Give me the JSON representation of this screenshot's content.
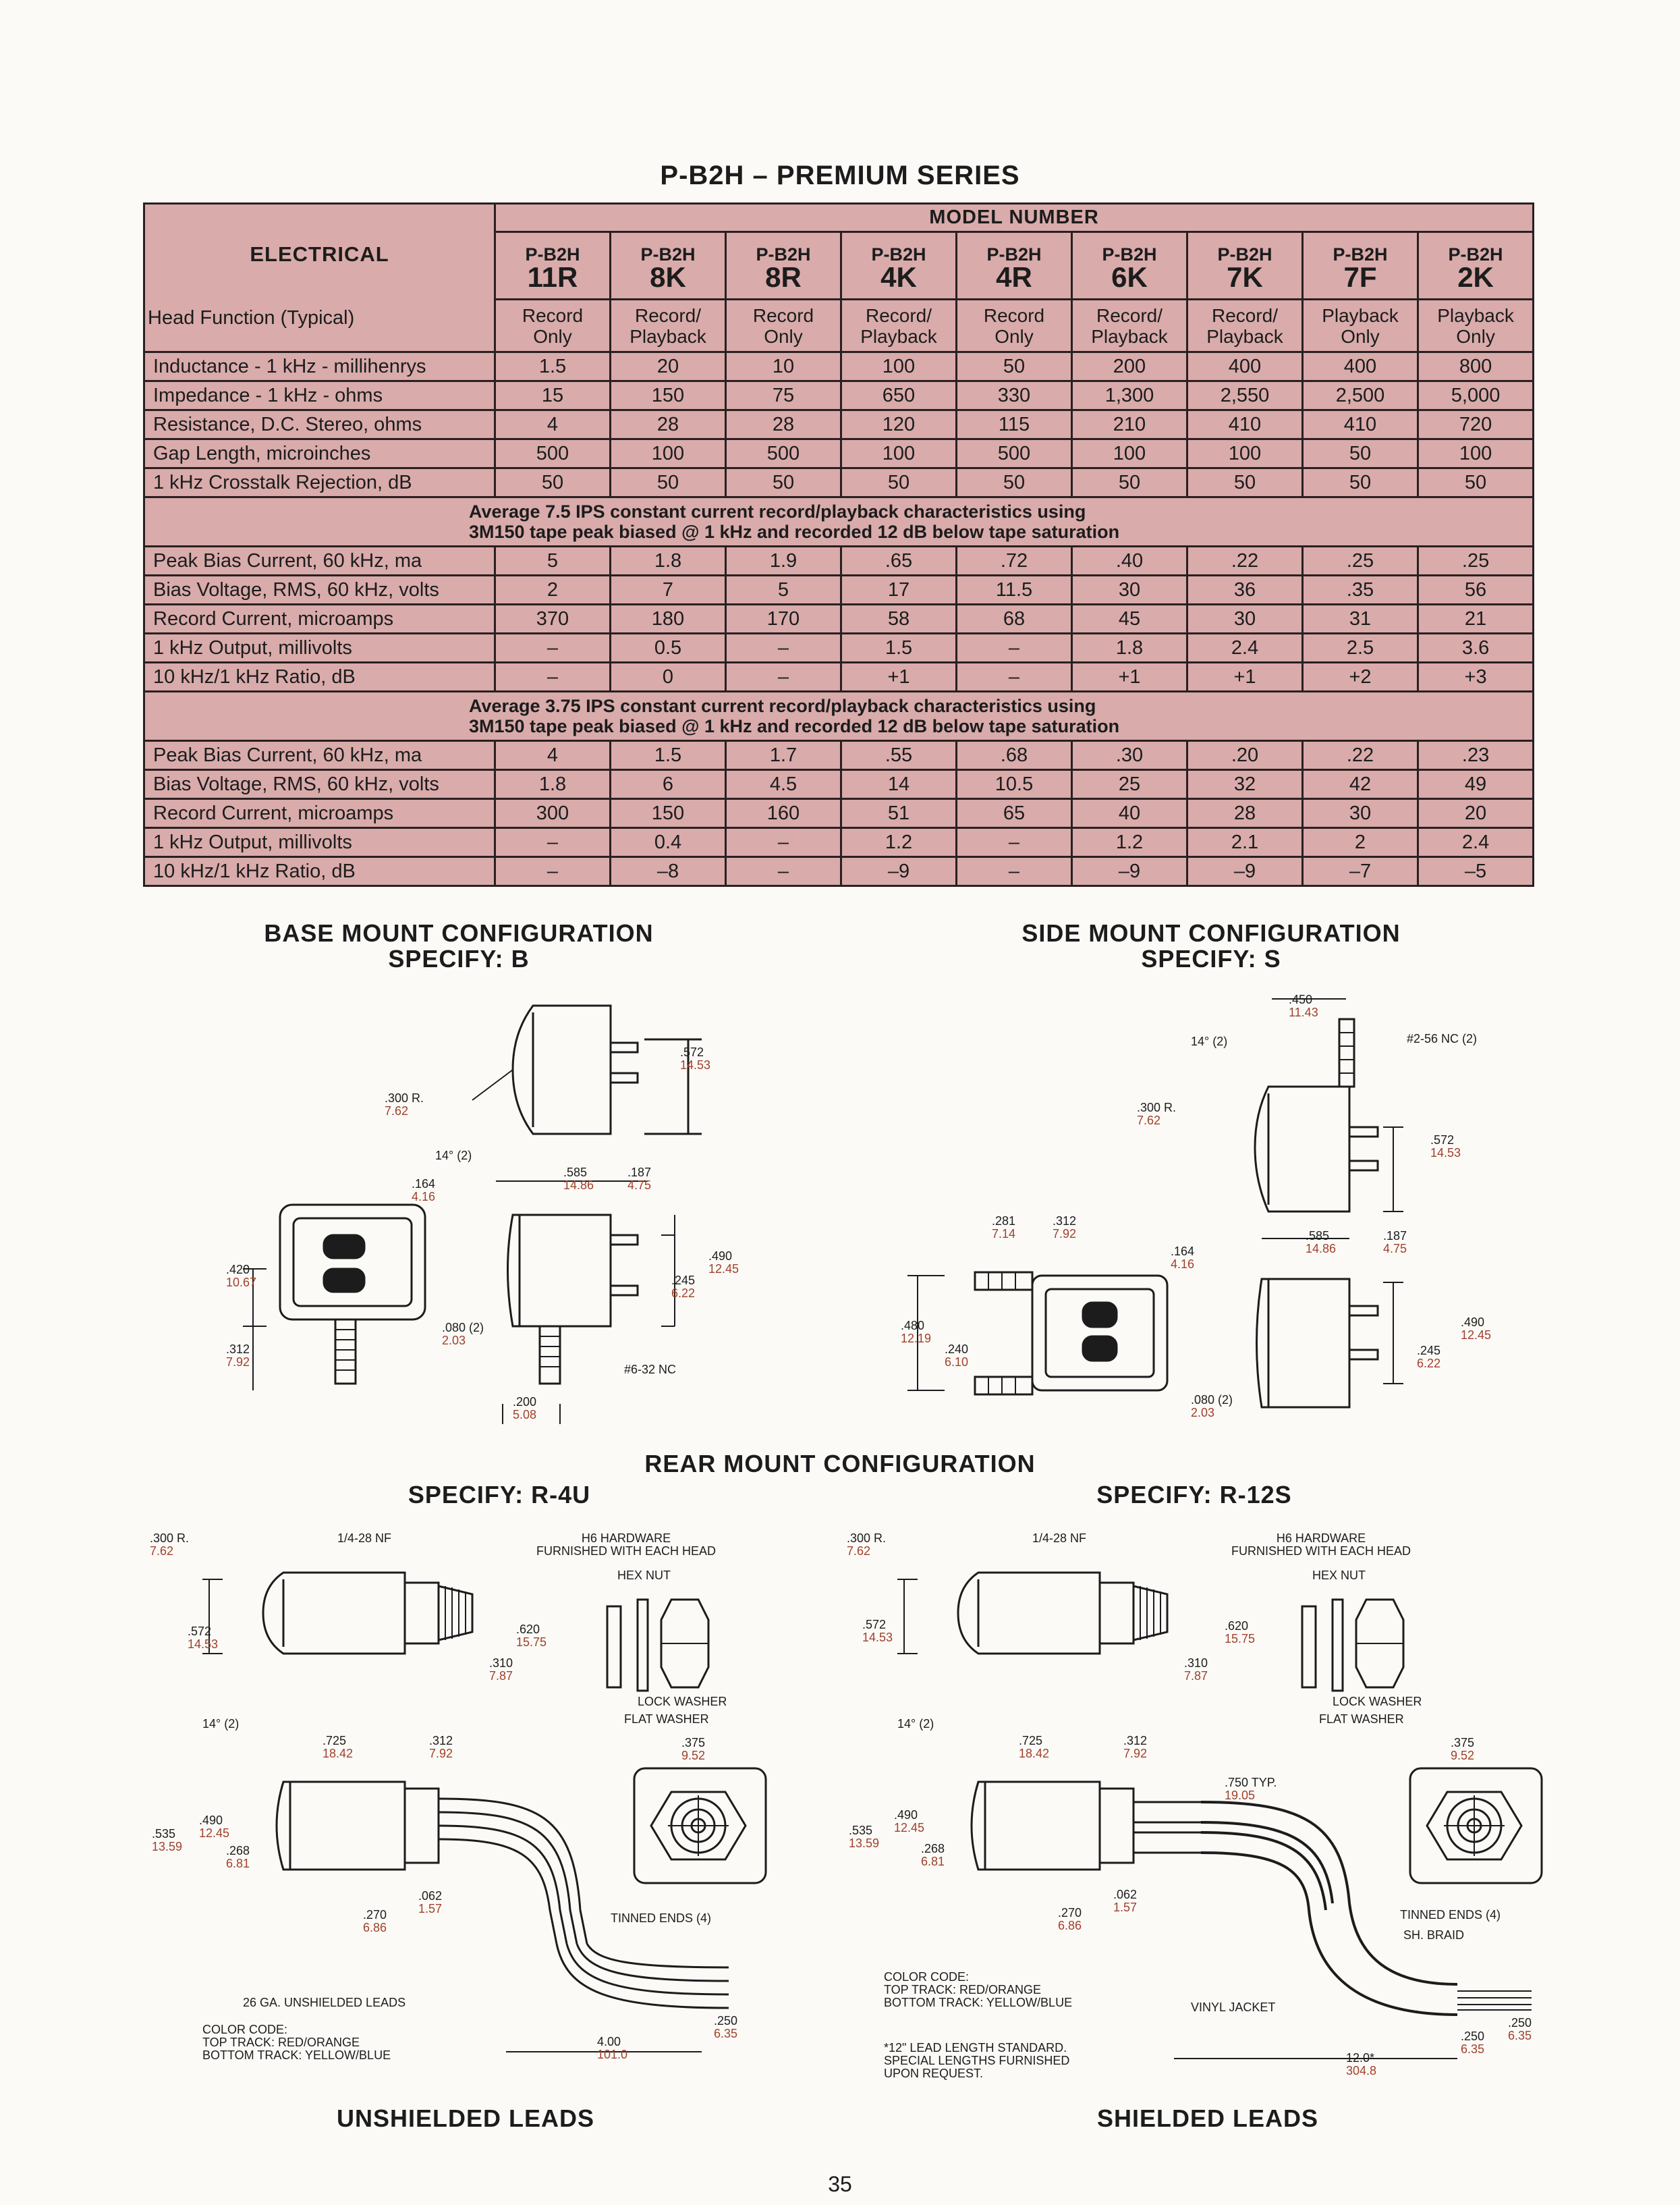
{
  "title": "P-B2H – PREMIUM SERIES",
  "table": {
    "electrical_header": "ELECTRICAL",
    "model_number_header": "MODEL NUMBER",
    "model_prefix": "P-B2H",
    "models": [
      "11R",
      "8K",
      "8R",
      "4K",
      "4R",
      "6K",
      "7K",
      "7F",
      "2K"
    ],
    "head_function_label": "Head Function (Typical)",
    "head_functions": [
      [
        "Record",
        "Only"
      ],
      [
        "Record/",
        "Playback"
      ],
      [
        "Record",
        "Only"
      ],
      [
        "Record/",
        "Playback"
      ],
      [
        "Record",
        "Only"
      ],
      [
        "Record/",
        "Playback"
      ],
      [
        "Record/",
        "Playback"
      ],
      [
        "Playback",
        "Only"
      ],
      [
        "Playback",
        "Only"
      ]
    ],
    "rows1": [
      {
        "label": "Inductance - 1 kHz - millihenrys",
        "values": [
          "1.5",
          "20",
          "10",
          "100",
          "50",
          "200",
          "400",
          "400",
          "800"
        ]
      },
      {
        "label": "Impedance - 1 kHz - ohms",
        "values": [
          "15",
          "150",
          "75",
          "650",
          "330",
          "1,300",
          "2,550",
          "2,500",
          "5,000"
        ]
      },
      {
        "label": "Resistance, D.C. Stereo, ohms",
        "values": [
          "4",
          "28",
          "28",
          "120",
          "115",
          "210",
          "410",
          "410",
          "720"
        ]
      },
      {
        "label": "Gap Length, microinches",
        "values": [
          "500",
          "100",
          "500",
          "100",
          "500",
          "100",
          "100",
          "50",
          "100"
        ]
      },
      {
        "label": "1 kHz Crosstalk Rejection, dB",
        "values": [
          "50",
          "50",
          "50",
          "50",
          "50",
          "50",
          "50",
          "50",
          "50"
        ]
      }
    ],
    "note1": [
      "Average 7.5 IPS constant current record/playback characteristics using",
      "3M150 tape peak biased @ 1 kHz and recorded 12 dB below tape saturation"
    ],
    "rows2": [
      {
        "label": "Peak Bias Current, 60 kHz, ma",
        "values": [
          "5",
          "1.8",
          "1.9",
          ".65",
          ".72",
          ".40",
          ".22",
          ".25",
          ".25"
        ]
      },
      {
        "label": "Bias Voltage, RMS, 60 kHz, volts",
        "values": [
          "2",
          "7",
          "5",
          "17",
          "11.5",
          "30",
          "36",
          ".35",
          "56"
        ]
      },
      {
        "label": "Record Current, microamps",
        "values": [
          "370",
          "180",
          "170",
          "58",
          "68",
          "45",
          "30",
          "31",
          "21"
        ]
      },
      {
        "label": "1 kHz Output, millivolts",
        "values": [
          "–",
          "0.5",
          "–",
          "1.5",
          "–",
          "1.8",
          "2.4",
          "2.5",
          "3.6"
        ]
      },
      {
        "label": "10 kHz/1 kHz Ratio, dB",
        "values": [
          "–",
          "0",
          "–",
          "+1",
          "–",
          "+1",
          "+1",
          "+2",
          "+3"
        ]
      }
    ],
    "note2": [
      "Average 3.75 IPS constant current record/playback characteristics using",
      "3M150 tape peak biased @ 1 kHz and recorded 12 dB below tape saturation"
    ],
    "rows3": [
      {
        "label": "Peak Bias Current, 60 kHz, ma",
        "values": [
          "4",
          "1.5",
          "1.7",
          ".55",
          ".68",
          ".30",
          ".20",
          ".22",
          ".23"
        ]
      },
      {
        "label": "Bias Voltage, RMS, 60 kHz, volts",
        "values": [
          "1.8",
          "6",
          "4.5",
          "14",
          "10.5",
          "25",
          "32",
          "42",
          "49"
        ]
      },
      {
        "label": "Record Current, microamps",
        "values": [
          "300",
          "150",
          "160",
          "51",
          "65",
          "40",
          "28",
          "30",
          "20"
        ]
      },
      {
        "label": "1 kHz Output, millivolts",
        "values": [
          "–",
          "0.4",
          "–",
          "1.2",
          "–",
          "1.2",
          "2.1",
          "2",
          "2.4"
        ]
      },
      {
        "label": "10 kHz/1 kHz Ratio, dB",
        "values": [
          "–",
          "–8",
          "–",
          "–9",
          "–",
          "–9",
          "–9",
          "–7",
          "–5"
        ]
      }
    ]
  },
  "base_mount": {
    "title": "BASE MOUNT CONFIGURATION",
    "specify": "SPECIFY: B",
    "labels": {
      "radius": ".300 R.",
      "radius_mm": "7.62",
      "h572": ".572",
      "h572_mm": "14.53",
      "angle": "14° (2)",
      "d164": ".164",
      "d164_mm": "4.16",
      "d585": ".585",
      "d585_mm": "14.86",
      "d187": ".187",
      "d187_mm": "4.75",
      "d490": ".490",
      "d490_mm": "12.45",
      "d245": ".245",
      "d245_mm": "6.22",
      "d420": ".420",
      "d420_mm": "10.67",
      "d312": ".312",
      "d312_mm": "7.92",
      "d080": ".080 (2)",
      "d080_mm": "2.03",
      "d200": ".200",
      "d200_mm": "5.08",
      "screw": "#6-32 NC"
    }
  },
  "side_mount": {
    "title": "SIDE MOUNT CONFIGURATION",
    "specify": "SPECIFY: S",
    "labels": {
      "d450": ".450",
      "d450_mm": "11.43",
      "angle": "14° (2)",
      "screw": "#2-56 NC (2)",
      "radius": ".300 R.",
      "radius_mm": "7.62",
      "h572": ".572",
      "h572_mm": "14.53",
      "d281": ".281",
      "d281_mm": "7.14",
      "d312": ".312",
      "d312_mm": "7.92",
      "d585": ".585",
      "d585_mm": "14.86",
      "d187": ".187",
      "d187_mm": "4.75",
      "d164": ".164",
      "d164_mm": "4.16",
      "d480": ".480",
      "d480_mm": "12.19",
      "d240": ".240",
      "d240_mm": "6.10",
      "d490": ".490",
      "d490_mm": "12.45",
      "d245": ".245",
      "d245_mm": "6.22",
      "d080": ".080 (2)",
      "d080_mm": "2.03"
    }
  },
  "rear_mount": {
    "title": "REAR MOUNT CONFIGURATION",
    "left": {
      "specify": "SPECIFY: R-4U",
      "caption": "UNSHIELDED LEADS",
      "labels": {
        "radius": ".300 R.",
        "radius_mm": "7.62",
        "thread": "1/4-28 NF",
        "hw1": "H6 HARDWARE",
        "hw2": "FURNISHED WITH EACH HEAD",
        "hex": "HEX NUT",
        "lock": "LOCK WASHER",
        "flat": "FLAT WASHER",
        "h572": ".572",
        "h572_mm": "14.53",
        "d620": ".620",
        "d620_mm": "15.75",
        "d310": ".310",
        "d310_mm": "7.87",
        "angle": "14° (2)",
        "d725": ".725",
        "d725_mm": "18.42",
        "d312": ".312",
        "d312_mm": "7.92",
        "d375": ".375",
        "d375_mm": "9.52",
        "d490": ".490",
        "d490_mm": "12.45",
        "d535": ".535",
        "d535_mm": "13.59",
        "d268": ".268",
        "d268_mm": "6.81",
        "d062": ".062",
        "d062_mm": "1.57",
        "d270": ".270",
        "d270_mm": "6.86",
        "tinned": "TINNED ENDS (4)",
        "leads": "26 GA. UNSHIELDED LEADS",
        "d250": ".250",
        "d250_mm": "6.35",
        "cc": "COLOR CODE:",
        "cc_top": "TOP TRACK: RED/ORANGE",
        "cc_bot": "BOTTOM TRACK: YELLOW/BLUE",
        "len": "4.00",
        "len_mm": "101.0"
      }
    },
    "right": {
      "specify": "SPECIFY: R-12S",
      "caption": "SHIELDED LEADS",
      "labels": {
        "radius": ".300 R.",
        "radius_mm": "7.62",
        "thread": "1/4-28 NF",
        "hw1": "H6 HARDWARE",
        "hw2": "FURNISHED WITH EACH HEAD",
        "hex": "HEX NUT",
        "lock": "LOCK WASHER",
        "flat": "FLAT WASHER",
        "h572": ".572",
        "h572_mm": "14.53",
        "d620": ".620",
        "d620_mm": "15.75",
        "d310": ".310",
        "d310_mm": "7.87",
        "angle": "14° (2)",
        "d725": ".725",
        "d725_mm": "18.42",
        "d312": ".312",
        "d312_mm": "7.92",
        "d375": ".375",
        "d375_mm": "9.52",
        "d750": ".750 TYP.",
        "d750_mm": "19.05",
        "d490": ".490",
        "d490_mm": "12.45",
        "d535": ".535",
        "d535_mm": "13.59",
        "d268": ".268",
        "d268_mm": "6.81",
        "d062": ".062",
        "d062_mm": "1.57",
        "d270": ".270",
        "d270_mm": "6.86",
        "tinned": "TINNED ENDS (4)",
        "braid": "SH. BRAID",
        "jacket": "VINYL JACKET",
        "d250a": ".250",
        "d250a_mm": "6.35",
        "d250b": ".250",
        "d250b_mm": "6.35",
        "cc": "COLOR CODE:",
        "cc_top": "TOP TRACK: RED/ORANGE",
        "cc_bot": "BOTTOM TRACK: YELLOW/BLUE",
        "note1": "*12\" LEAD LENGTH STANDARD.",
        "note2": "SPECIAL LENGTHS FURNISHED",
        "note3": "UPON REQUEST.",
        "len": "12.0*",
        "len_mm": "304.8"
      }
    }
  },
  "page_number": "35"
}
